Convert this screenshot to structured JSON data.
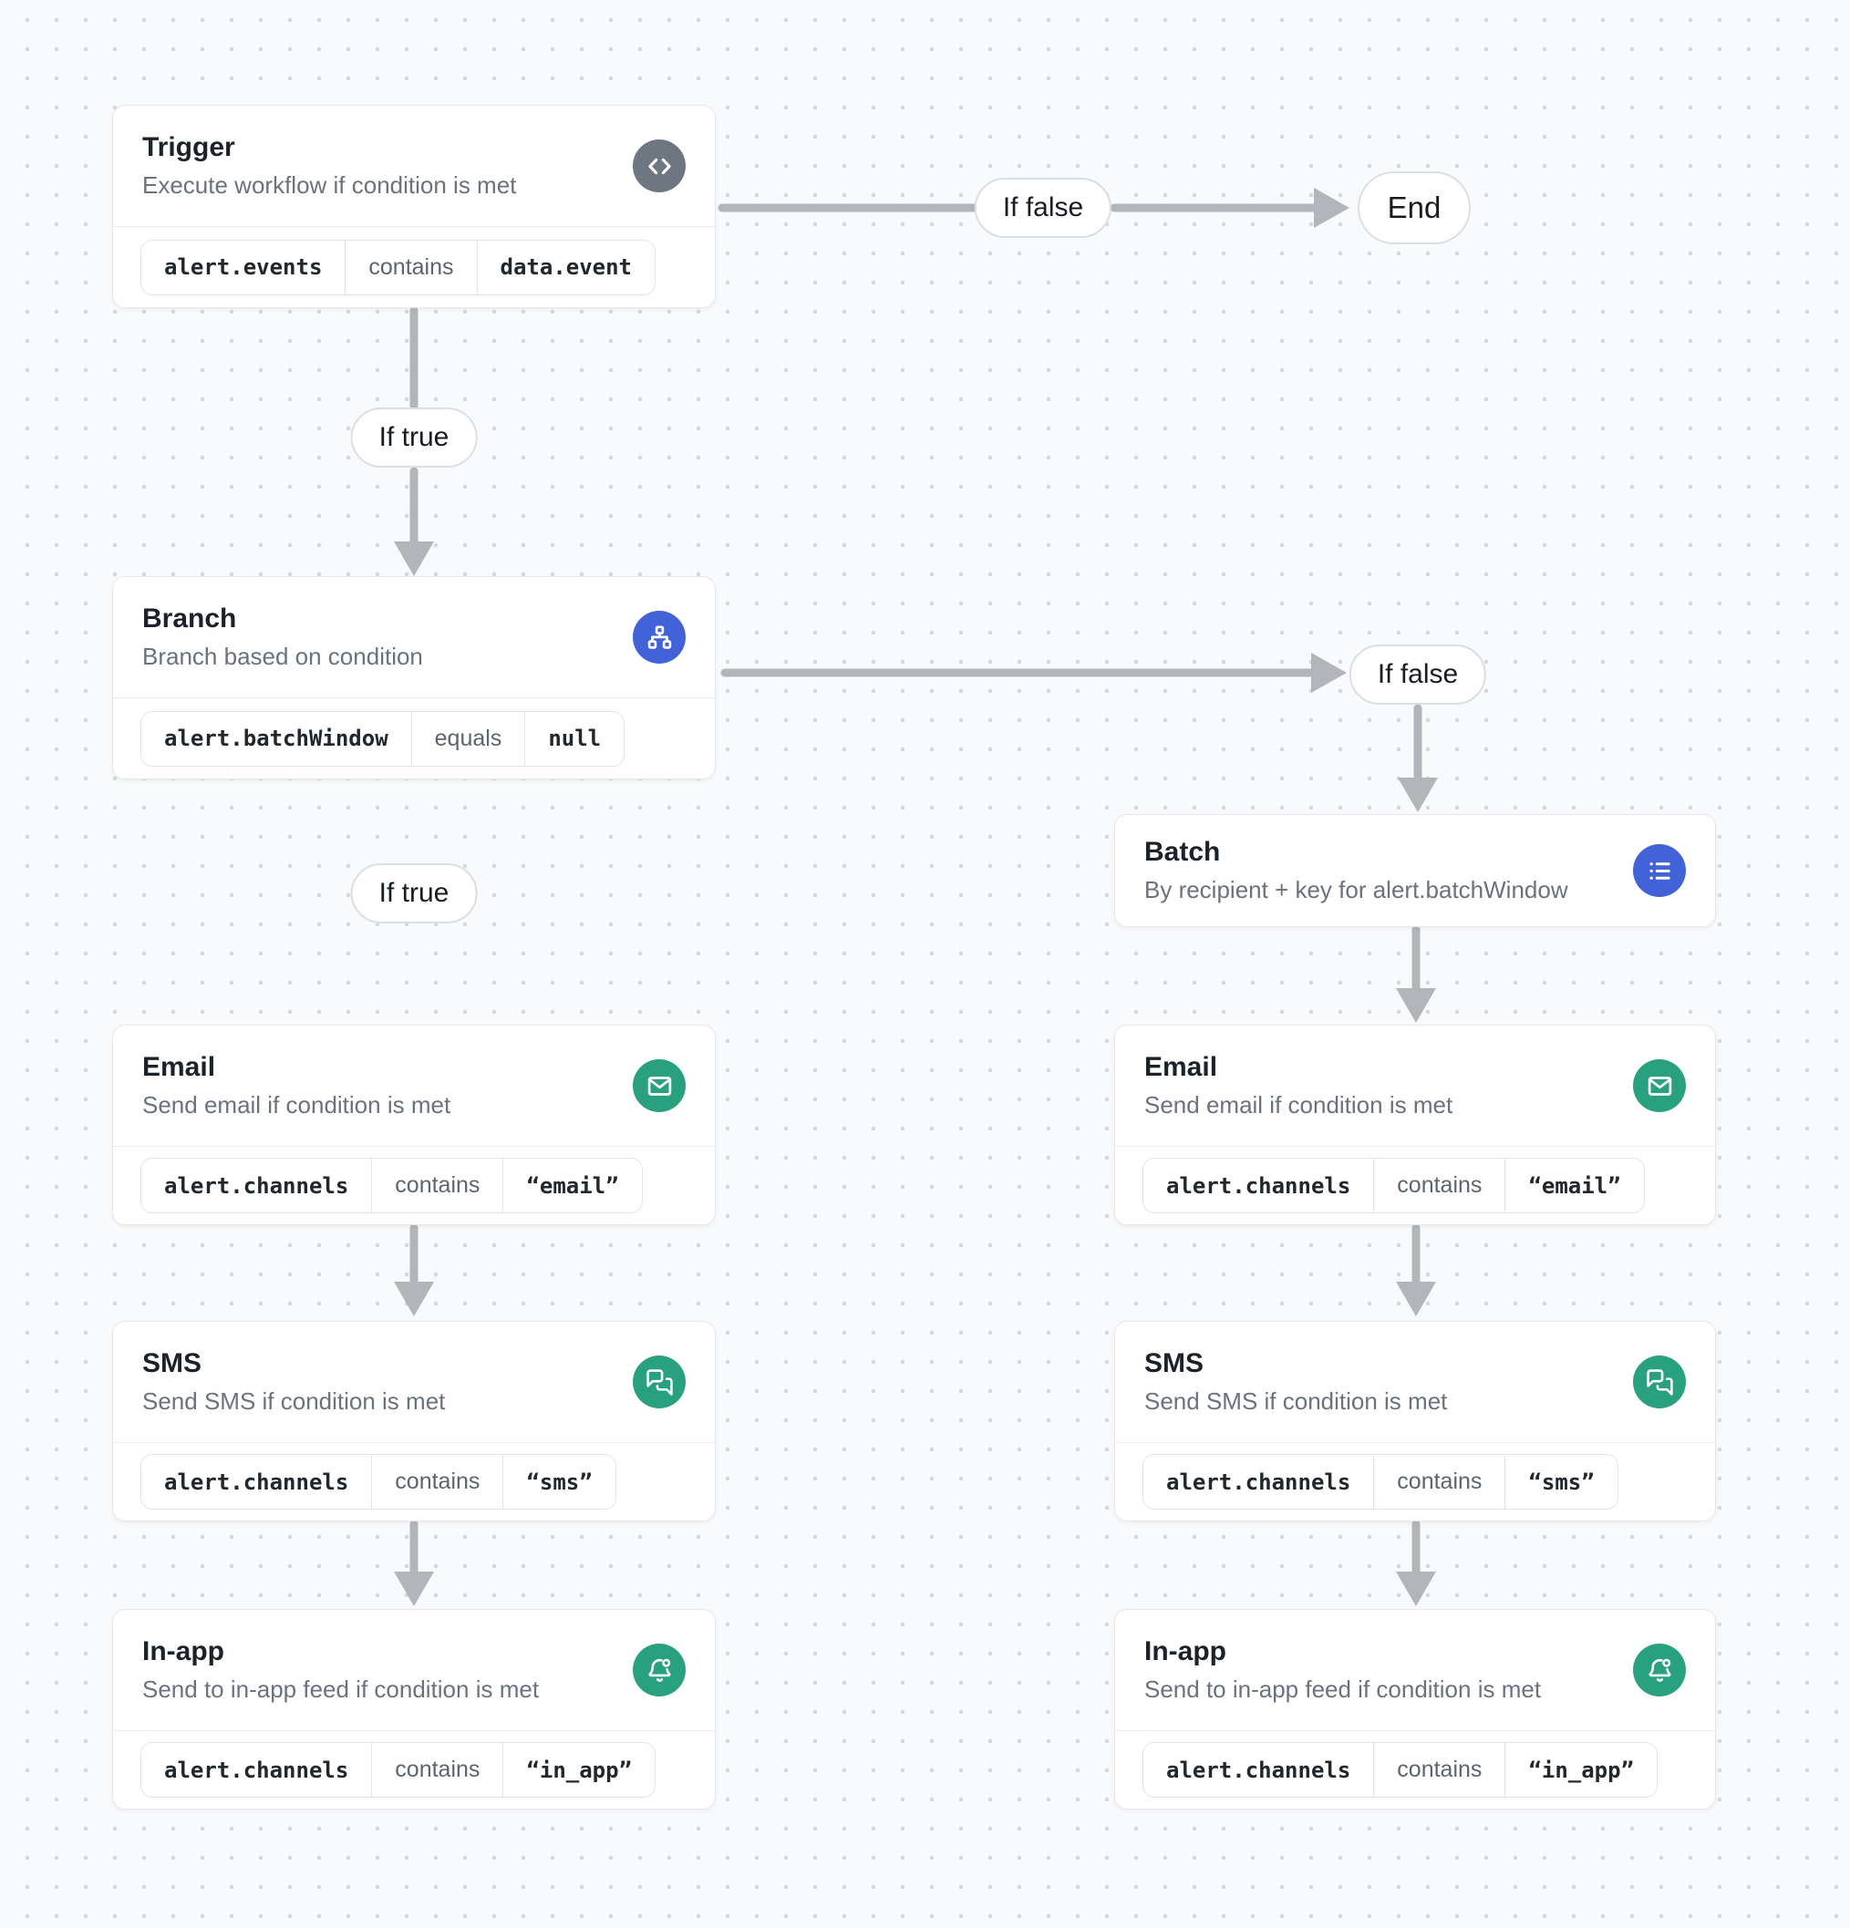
{
  "canvas": {
    "background": "#f9fafb",
    "dot_color": "#d5d8dc",
    "edge_color": "#b2b5ba"
  },
  "edge_labels": {
    "if_true": "If true",
    "if_false": "If false",
    "end": "End"
  },
  "colors": {
    "trigger_icon_bg": "#6e7681",
    "branch_icon_bg": "#4263d7",
    "channel_icon_bg": "#2aa17e"
  },
  "nodes": [
    {
      "id": "trigger",
      "title": "Trigger",
      "subtitle": "Execute workflow if condition is met",
      "icon": "code-icon",
      "icon_bg": "#6e7681",
      "condition": {
        "field": "alert.events",
        "operator": "contains",
        "value": "data.event"
      }
    },
    {
      "id": "branch",
      "title": "Branch",
      "subtitle": "Branch based on condition",
      "icon": "sitemap-icon",
      "icon_bg": "#4263d7",
      "condition": {
        "field": "alert.batchWindow",
        "operator": "equals",
        "value": "null"
      }
    },
    {
      "id": "batch",
      "title": "Batch",
      "subtitle": "By recipient + key for alert.batchWindow",
      "icon": "list-icon",
      "icon_bg": "#4263d7",
      "condition": null
    },
    {
      "id": "email-left",
      "title": "Email",
      "subtitle": "Send email if condition is met",
      "icon": "mail-icon",
      "icon_bg": "#2aa17e",
      "condition": {
        "field": "alert.channels",
        "operator": "contains",
        "value": "“email”"
      }
    },
    {
      "id": "sms-left",
      "title": "SMS",
      "subtitle": "Send SMS if condition is met",
      "icon": "chat-icon",
      "icon_bg": "#2aa17e",
      "condition": {
        "field": "alert.channels",
        "operator": "contains",
        "value": "“sms”"
      }
    },
    {
      "id": "inapp-left",
      "title": "In-app",
      "subtitle": "Send to in-app feed if condition is met",
      "icon": "bell-badge-icon",
      "icon_bg": "#2aa17e",
      "condition": {
        "field": "alert.channels",
        "operator": "contains",
        "value": "“in_app”"
      }
    },
    {
      "id": "email-right",
      "title": "Email",
      "subtitle": "Send email if condition is met",
      "icon": "mail-icon",
      "icon_bg": "#2aa17e",
      "condition": {
        "field": "alert.channels",
        "operator": "contains",
        "value": "“email”"
      }
    },
    {
      "id": "sms-right",
      "title": "SMS",
      "subtitle": "Send SMS if condition is met",
      "icon": "chat-icon",
      "icon_bg": "#2aa17e",
      "condition": {
        "field": "alert.channels",
        "operator": "contains",
        "value": "“sms”"
      }
    },
    {
      "id": "inapp-right",
      "title": "In-app",
      "subtitle": "Send to in-app feed if condition is met",
      "icon": "bell-badge-icon",
      "icon_bg": "#2aa17e",
      "condition": {
        "field": "alert.channels",
        "operator": "contains",
        "value": "“in_app”"
      }
    }
  ]
}
